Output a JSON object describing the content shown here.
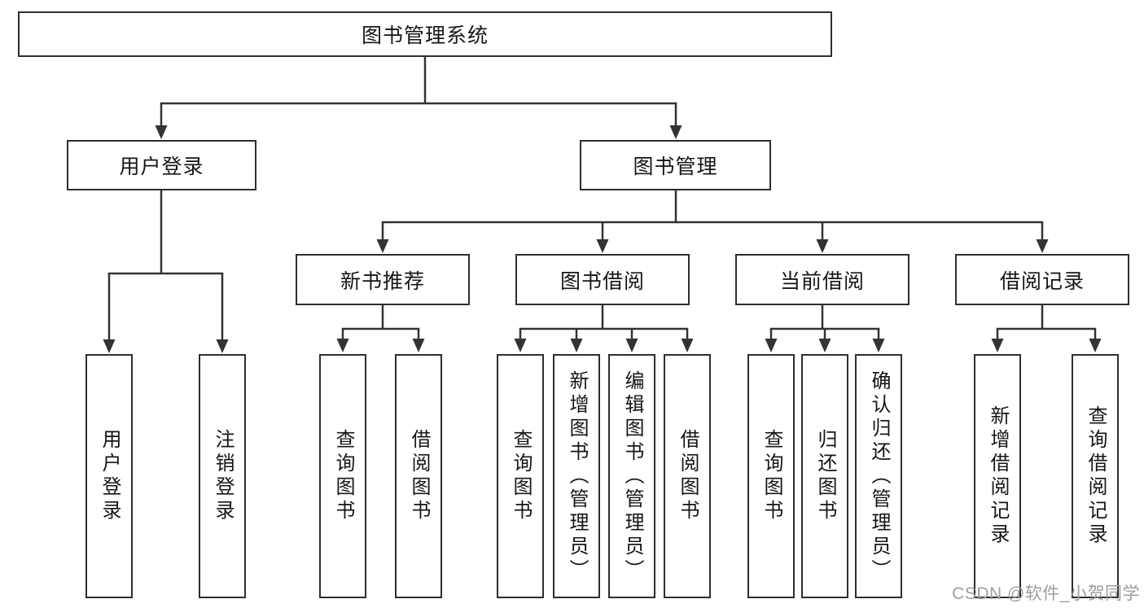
{
  "diagram": {
    "root": {
      "label": "图书管理系统"
    },
    "branches": [
      {
        "label": "用户登录",
        "children": [
          {
            "label": "用户登录"
          },
          {
            "label": "注销登录"
          }
        ]
      },
      {
        "label": "图书管理",
        "groups": [
          {
            "label": "新书推荐",
            "children": [
              {
                "label": "查询图书"
              },
              {
                "label": "借阅图书"
              }
            ]
          },
          {
            "label": "图书借阅",
            "children": [
              {
                "label": "查询图书"
              },
              {
                "label": "新增图书（管理员）"
              },
              {
                "label": "编辑图书（管理员）"
              },
              {
                "label": "借阅图书"
              }
            ]
          },
          {
            "label": "当前借阅",
            "children": [
              {
                "label": "查询图书"
              },
              {
                "label": "归还图书"
              },
              {
                "label": "确认归还（管理员）"
              }
            ]
          },
          {
            "label": "借阅记录",
            "children": [
              {
                "label": "新增借阅记录"
              },
              {
                "label": "查询借阅记录"
              }
            ]
          }
        ]
      }
    ]
  },
  "watermark": {
    "text": "CSDN @软件_小贺同学"
  },
  "colors": {
    "line": "#333333",
    "border": "#2e2e2e",
    "text": "#161616",
    "background": "#ffffff",
    "watermark": "#9e9e9e"
  }
}
